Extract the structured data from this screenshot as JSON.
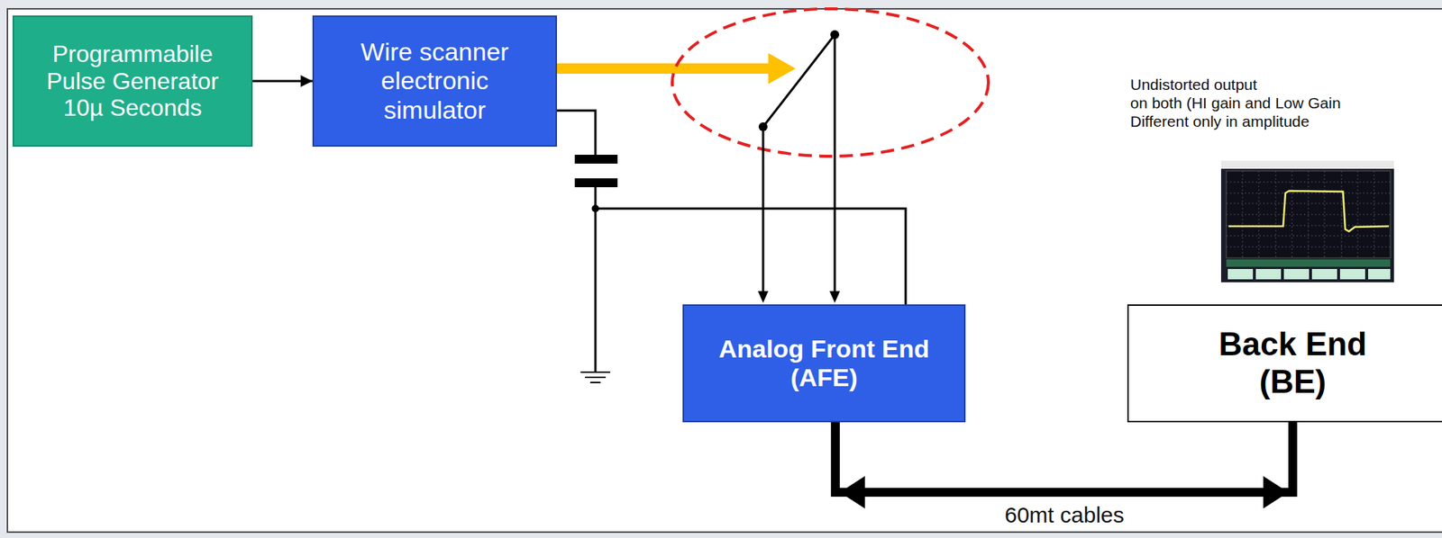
{
  "diagram": {
    "nodes": [
      {
        "text": [
          "Programmabile Pulse Generator 10µ Seconds"
        ]
      },
      {
        "text": [
          "Wire scanner electronic simulator"
        ]
      },
      {
        "text": [
          "Analog Front End (AFE)"
        ]
      },
      {
        "text": [
          "Back End (BE)"
        ]
      }
    ],
    "edges": [
      {
        "from": 0,
        "to": 1,
        "arrow": "to"
      },
      {
        "from": 2,
        "to": 3,
        "arrow": "both",
        "label": "60mt cables"
      }
    ],
    "labels": [
      "Undistorted output",
      "on both (HI gain and Low Gain",
      "Different only in amplitude"
    ]
  }
}
